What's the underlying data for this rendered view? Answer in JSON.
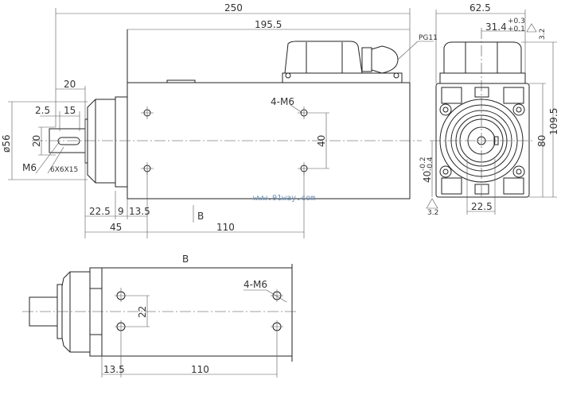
{
  "title": "Spindle motor dimension drawing",
  "watermark": "www.91way.com",
  "front_view": {
    "dim_total_length": "250",
    "dim_body_length": "195.5",
    "dim_shaft_length": "20",
    "dim_shaft_offset": "2.5",
    "dim_key_length": "15",
    "dim_diameter": "ø56",
    "dim_shaft_dia": "20",
    "thread_label": "M6",
    "key_label": "6X6X15",
    "holes_label": "4-M6",
    "dim_hole_spacing": "40",
    "dim_nose": "22.5",
    "dim_flange": "9",
    "dim_hole_offset": "13.5",
    "dim_45": "45",
    "dim_110": "110",
    "section_label": "B",
    "gland_label": "PG11"
  },
  "side_view": {
    "dim_width": "62.5",
    "dim_center": "31.4",
    "tol_center_upper": "+0.3",
    "tol_center_lower": "+0.1",
    "dim_height": "109.5",
    "dim_body_height": "80",
    "dim_center_height": "40",
    "tol_height_upper": "-0.2",
    "tol_height_lower": "-0.4",
    "dim_slot": "22.5",
    "roughness_1": "3.2",
    "roughness_2": "3.2"
  },
  "bottom_view": {
    "view_label": "B",
    "holes_label": "4-M6",
    "dim_hole_spacing": "22",
    "dim_hole_offset": "13.5",
    "dim_110": "110"
  }
}
